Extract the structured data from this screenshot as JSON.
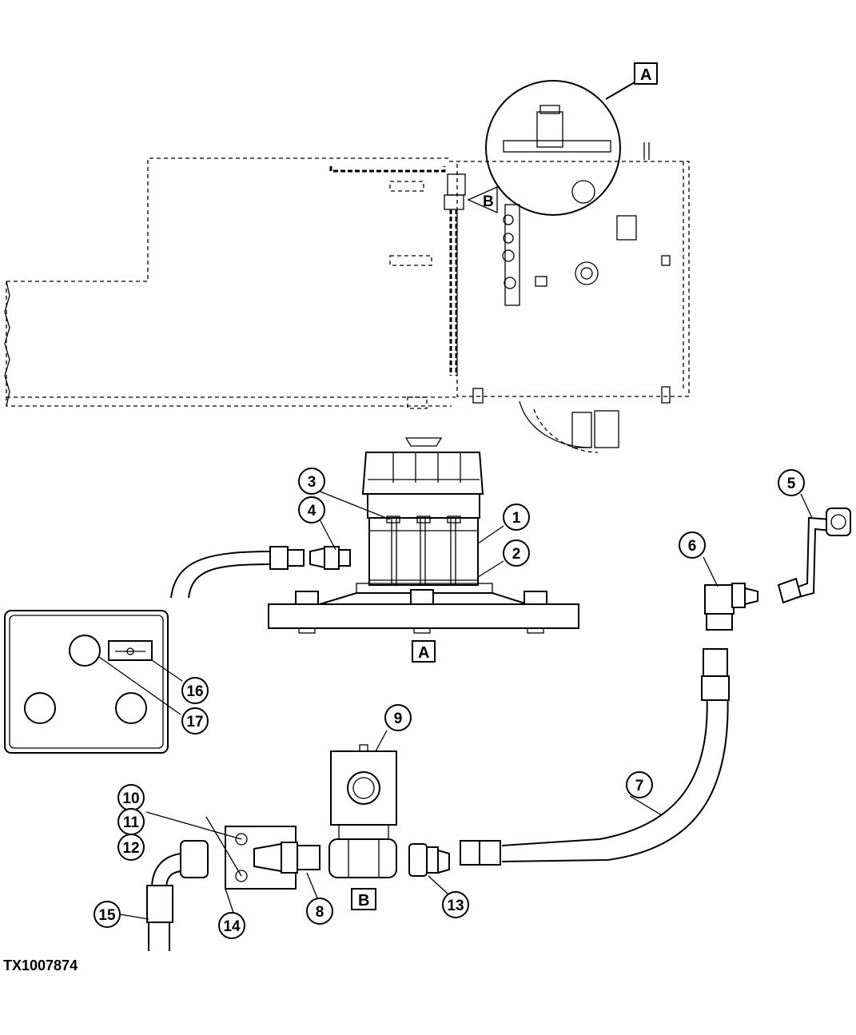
{
  "figure_id": "TX1007874",
  "view_labels": {
    "A": "A",
    "B": "B"
  },
  "callouts": [
    "1",
    "2",
    "3",
    "4",
    "5",
    "6",
    "7",
    "8",
    "9",
    "10",
    "11",
    "12",
    "13",
    "14",
    "15",
    "16",
    "17"
  ]
}
